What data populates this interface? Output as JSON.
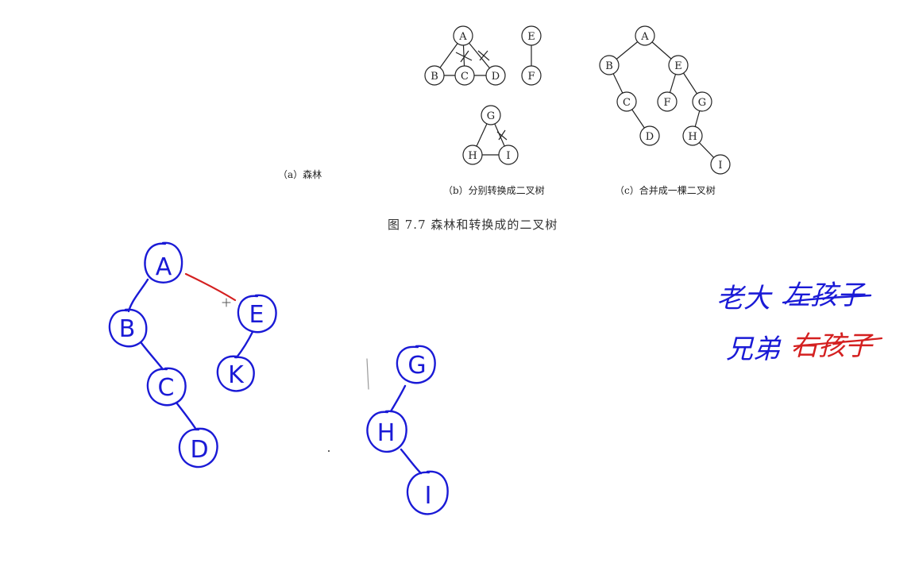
{
  "figure": {
    "caption_a": "（a）森林",
    "caption_b": "（b）分别转换成二叉树",
    "caption_c": "（c）合并成一棵二叉树",
    "title": "图 7.7    森林和转换成的二叉树",
    "tree_b1_nodes": [
      "A",
      "B",
      "C",
      "D"
    ],
    "tree_b2_nodes": [
      "E",
      "F"
    ],
    "tree_b3_nodes": [
      "G",
      "H",
      "I"
    ],
    "tree_c_nodes": [
      "A",
      "B",
      "E",
      "C",
      "F",
      "G",
      "D",
      "H",
      "I"
    ]
  },
  "handwriting": {
    "tree1_nodes": [
      "A",
      "B",
      "C",
      "D",
      "E",
      "K"
    ],
    "tree2_nodes": [
      "G",
      "H",
      "I"
    ],
    "note_line1_left": "老大",
    "note_line1_right": "左孩子",
    "note_line2_left": "兄弟",
    "note_line2_right": "右孩子",
    "colors": {
      "blue": "#1a1ad6",
      "red": "#d42020"
    }
  }
}
